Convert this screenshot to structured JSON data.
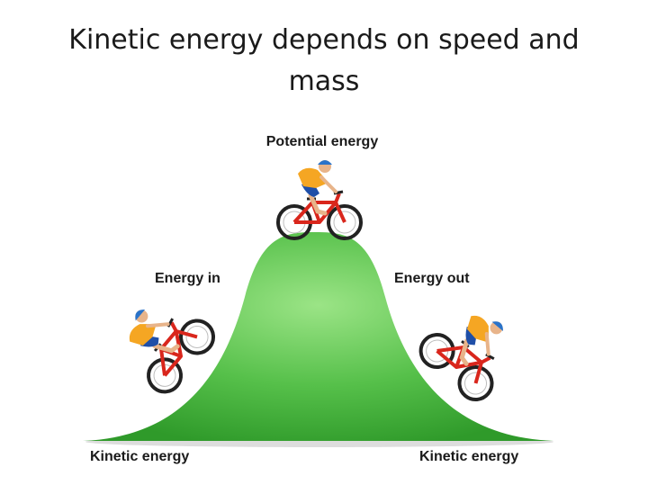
{
  "title": {
    "line1": "Kinetic energy depends on speed and",
    "line2": "mass"
  },
  "labels": {
    "top": "Potential energy",
    "left_mid": "Energy in",
    "right_mid": "Energy out",
    "bottom_left": "Kinetic energy",
    "bottom_right": "Kinetic energy"
  },
  "colors": {
    "hill_light": "#8edb7a",
    "hill_dark": "#2f9a2a",
    "jersey": "#f5a623",
    "shorts": "#1f4fa8",
    "helmet": "#2a73c9",
    "bike_frame": "#d9261c",
    "skin": "#e8b48a"
  }
}
